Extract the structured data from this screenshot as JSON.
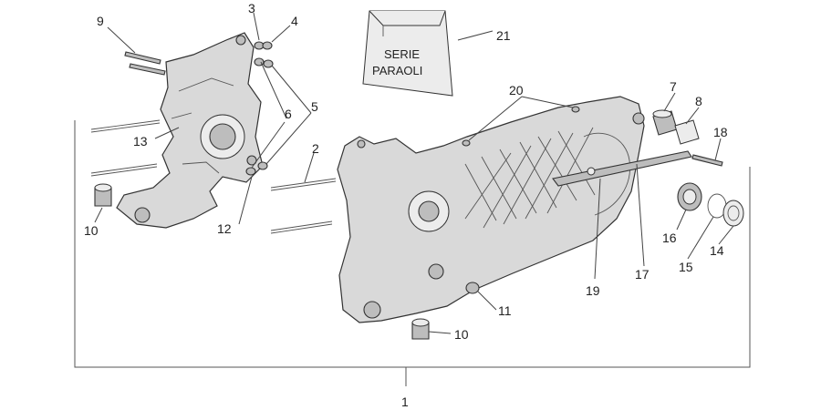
{
  "bag": {
    "line1": "SERIE",
    "line2": "PARAOLI"
  },
  "callouts": [
    {
      "id": "c1",
      "text": "1"
    },
    {
      "id": "c2",
      "text": "2"
    },
    {
      "id": "c3",
      "text": "3"
    },
    {
      "id": "c4",
      "text": "4"
    },
    {
      "id": "c5",
      "text": "5"
    },
    {
      "id": "c6",
      "text": "6"
    },
    {
      "id": "c7",
      "text": "7"
    },
    {
      "id": "c8",
      "text": "8"
    },
    {
      "id": "c9",
      "text": "9"
    },
    {
      "id": "c10a",
      "text": "10"
    },
    {
      "id": "c10b",
      "text": "10"
    },
    {
      "id": "c11",
      "text": "11"
    },
    {
      "id": "c12",
      "text": "12"
    },
    {
      "id": "c13",
      "text": "13"
    },
    {
      "id": "c14",
      "text": "14"
    },
    {
      "id": "c15",
      "text": "15"
    },
    {
      "id": "c16",
      "text": "16"
    },
    {
      "id": "c17",
      "text": "17"
    },
    {
      "id": "c18",
      "text": "18"
    },
    {
      "id": "c19",
      "text": "19"
    },
    {
      "id": "c20",
      "text": "20"
    },
    {
      "id": "c21",
      "text": "21"
    }
  ]
}
